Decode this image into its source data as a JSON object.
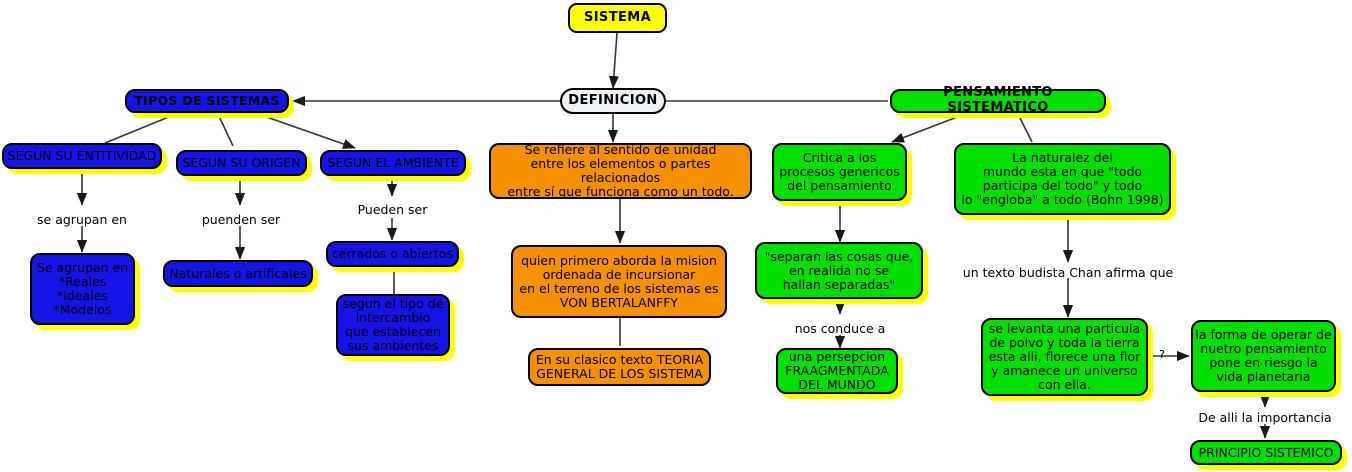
{
  "diagram": {
    "title": "Mapa conceptual SISTEMA",
    "colors": {
      "root": "#ffff00",
      "definition": "#eef2f5",
      "types_branch": "#1414e6",
      "definition_branch": "#f59000",
      "thinking_branch": "#00e000",
      "glow": "#ffff00",
      "stroke": "#000000",
      "text": "#000000"
    },
    "nodes": {
      "sistema": "SISTEMA",
      "definicion": "DEFINICION",
      "tipos_de_sistemas": "TIPOS DE SISTEMAS",
      "pensamiento_sistematico": "PENSAMIENTO SISTEMATICO",
      "segun_su_entitividad": "SEGUN SU ENTITIVIDAD",
      "segun_su_origen": "SEGUN SU ORIGEN",
      "segun_el_ambiente": "SEGUN EL AMBIENTE",
      "se_agrupan_en_lista": "Se agrupan en\n*Reales\n*ideales\n*Modelos",
      "naturales_o_artificales": "Naturales o artificales",
      "cerrados_o_abiertos": "cerrados o abiertos",
      "segun_el_tipo_de_intercambio": "segun el tipo de\nintercambio\nque establecen\nsus ambientes",
      "sentido_de_unidad": "Se refiere al sentido de unidad\nentre los elementos o partes relacionados\nentre sí que funciona como un todo.",
      "von_bertalanffy": "quien primero aborda la mision\nordenada de incursionar\nen el terreno de los sistemas es\nVON BERTALANFFY",
      "teoria_general": "En su clasico texto TEORIA\nGENERAL DE LOS SISTEMA",
      "critica_procesos": "Critica a los\nprocesos genericos\ndel pensamiento",
      "separan_las_cosas": "\"separan las cosas que,\nen realida no se\nhallan separadas\"",
      "persepcion_fragmentada": "una persepcion\nFRAAGMENTADA\nDEL MUNDO",
      "naturaleza_del_mundo": "La naturalez del\nmundo esta en que \"todo\nparticipa del todo\" y todo\nlo \"engloba\" a todo (Bohn 1998)",
      "particula_de_polvo": "se levanta una particula\nde polvo y toda la tierra\nesta alli, florece una flor\ny amanece un universo\ncon ella.",
      "forma_de_operar": "la forma de operar de\nnuetro pensamiento\npone en riesgo la\nvida planetaria",
      "principio_sistemico": "PRINCIPIO SISTEMICO"
    },
    "link_labels": {
      "se_agrupan_en": "se agrupan en",
      "puenden_ser": "puenden ser",
      "pueden_ser": "Pueden ser",
      "nos_conduce_a": "nos conduce a",
      "un_texto_budista": "un texto budista Chan afirma que",
      "de_alli_la_importancia": "De alli la importancia",
      "question_mark": "?"
    }
  }
}
